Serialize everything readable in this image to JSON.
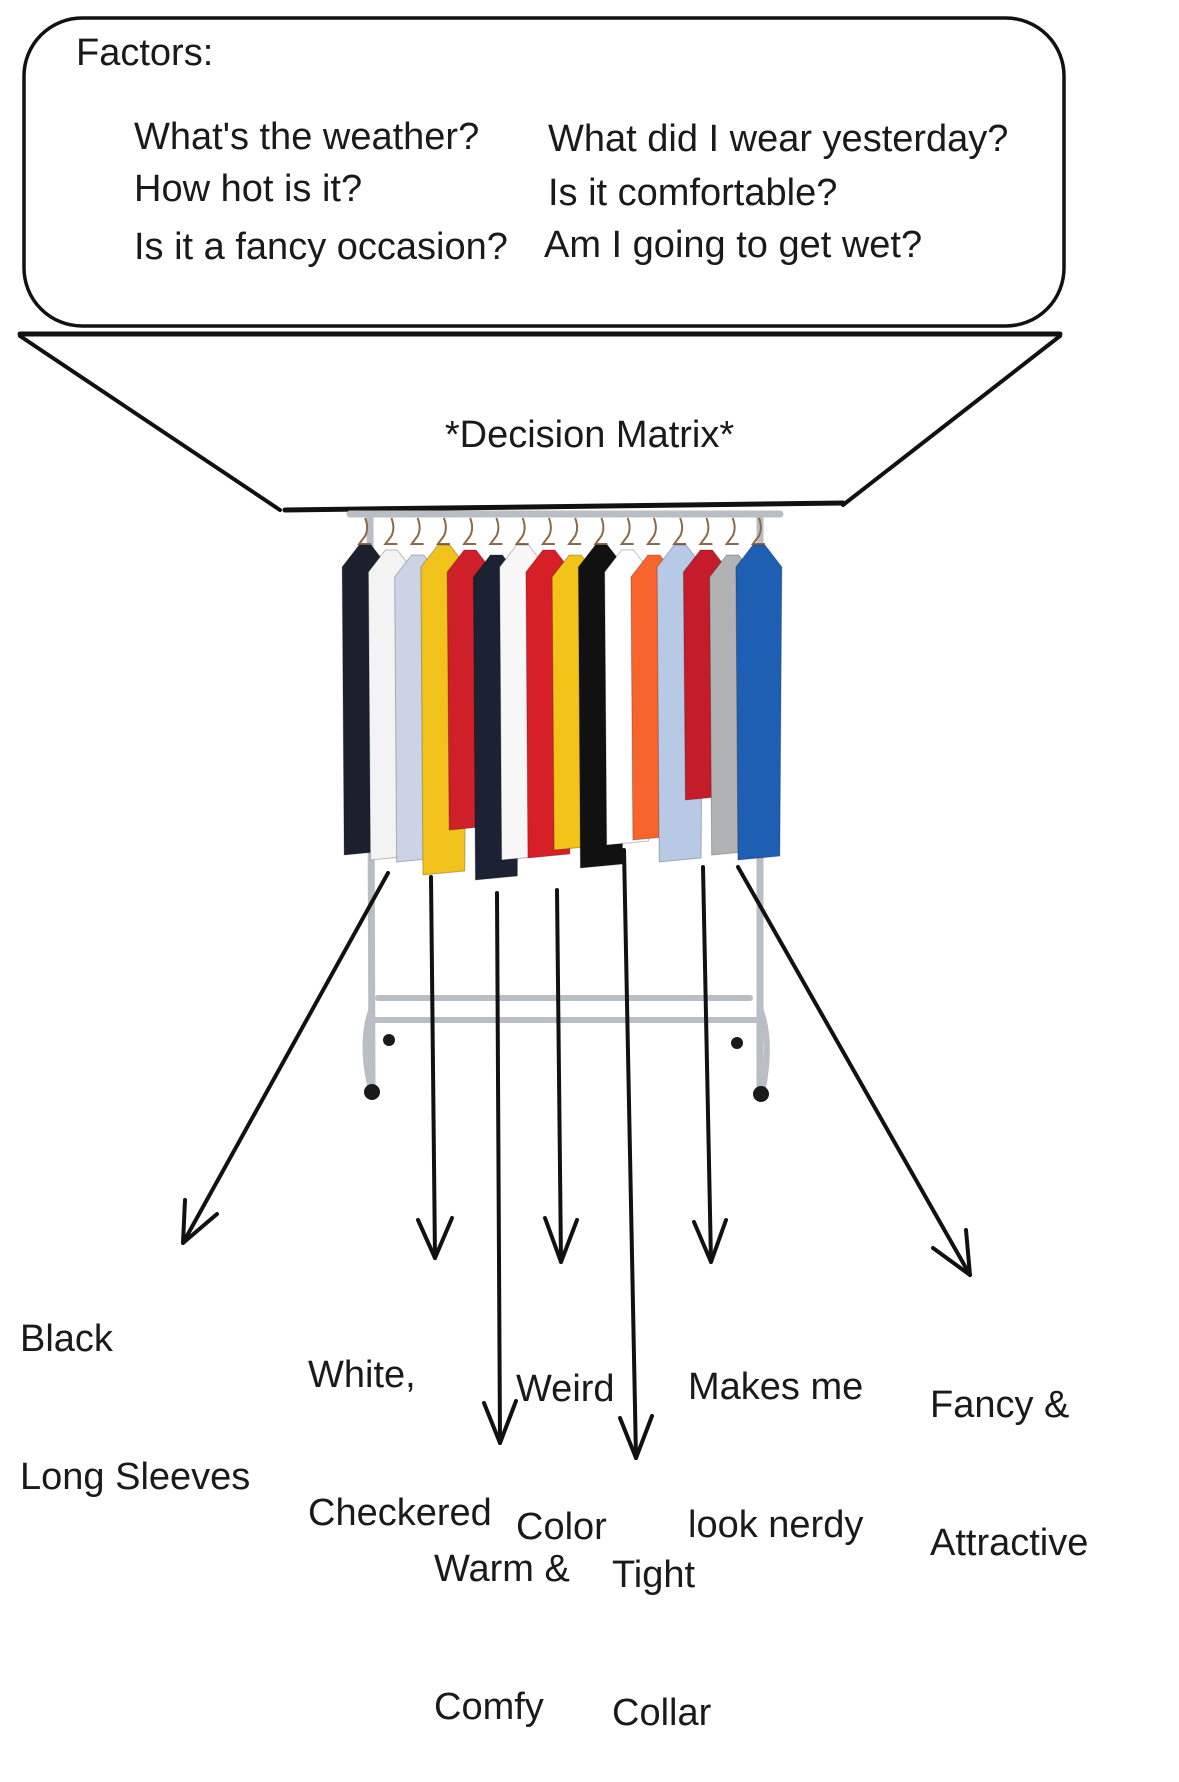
{
  "factors": {
    "title": "Factors:",
    "questions_left": [
      "What's the weather?",
      "How hot is it?",
      "Is it a fancy occasion?"
    ],
    "questions_right": [
      "What did I wear yesterday?",
      "Is it comfortable?",
      "Am I going to get wet?"
    ]
  },
  "funnel": {
    "title": "*Decision Matrix*"
  },
  "outcomes": [
    {
      "line1": "Black",
      "line2": "Long Sleeves"
    },
    {
      "line1": "White,",
      "line2": "Checkered"
    },
    {
      "line1": "Warm &",
      "line2": "Comfy"
    },
    {
      "line1": "Weird",
      "line2": "Color"
    },
    {
      "line1": "Tight",
      "line2": "Collar"
    },
    {
      "line1": "Makes me",
      "line2": "look nerdy"
    },
    {
      "line1": "Fancy &",
      "line2": "Attractive"
    }
  ],
  "colors": {
    "ink": "#111111",
    "rack_metal": "#b9bec4",
    "shirts": [
      "#1b1f2e",
      "#f3f3f3",
      "#ccd3e6",
      "#f1c21b",
      "#cf1f28",
      "#1c2233",
      "#f7f7f7",
      "#d71f27",
      "#f2c319",
      "#111111",
      "#ffffff",
      "#f7642c",
      "#b8c9e6",
      "#c41c2b",
      "#b0b2b4",
      "#1e5fb3"
    ]
  }
}
